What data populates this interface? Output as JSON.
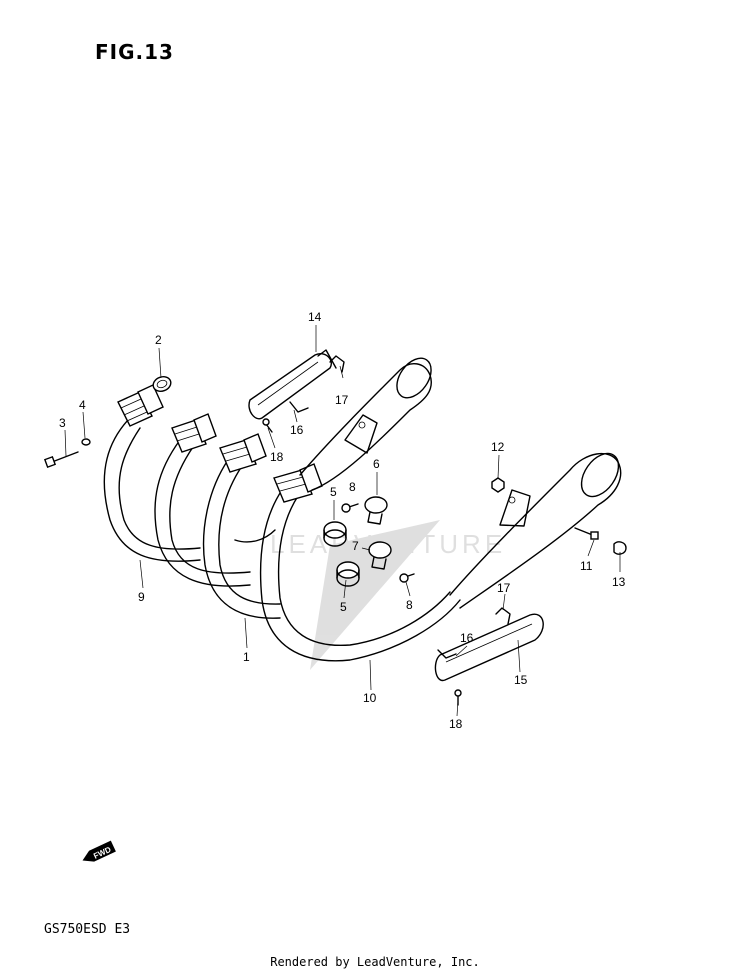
{
  "figure": {
    "title": "FIG.13",
    "model_code": "GS750ESD  E3",
    "footer": "Rendered by LeadVenture, Inc.",
    "watermark": "LEADVENTURE",
    "fwd_label": "FWD"
  },
  "callouts": {
    "c1": "1",
    "c2": "2",
    "c3": "3",
    "c4": "4",
    "c5a": "5",
    "c5b": "5",
    "c6": "6",
    "c7": "7",
    "c8a": "8",
    "c8b": "8",
    "c9": "9",
    "c10": "10",
    "c11": "11",
    "c12": "12",
    "c13": "13",
    "c14": "14",
    "c15": "15",
    "c16a": "16",
    "c16b": "16",
    "c17a": "17",
    "c17b": "17",
    "c18a": "18",
    "c18b": "18"
  }
}
